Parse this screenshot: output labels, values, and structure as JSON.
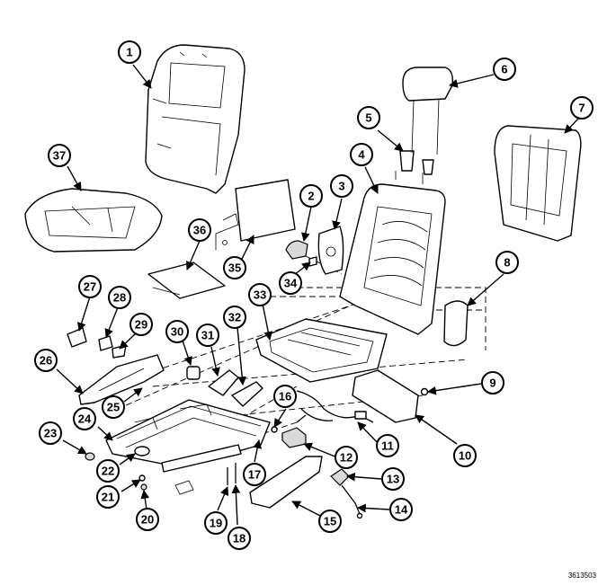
{
  "diagram": {
    "figure_id": "3613503",
    "callouts": [
      "1",
      "2",
      "3",
      "4",
      "5",
      "6",
      "7",
      "8",
      "9",
      "10",
      "11",
      "12",
      "13",
      "14",
      "15",
      "16",
      "17",
      "18",
      "19",
      "20",
      "21",
      "22",
      "23",
      "24",
      "25",
      "26",
      "27",
      "28",
      "29",
      "30",
      "31",
      "32",
      "33",
      "34",
      "35",
      "36",
      "37"
    ]
  }
}
